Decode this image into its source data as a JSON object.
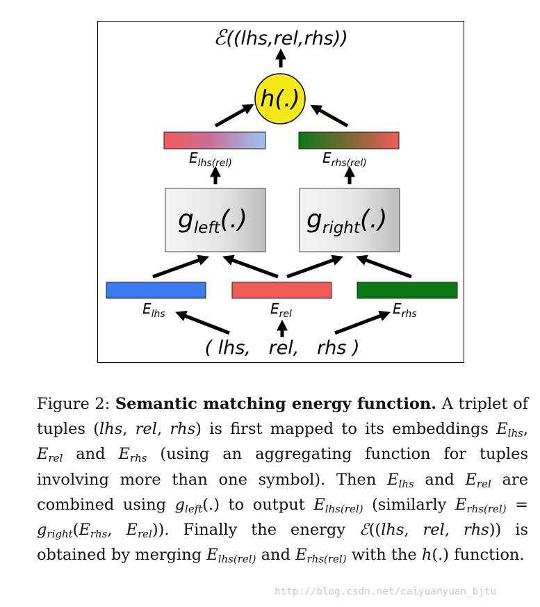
{
  "diagram": {
    "top_output": {
      "symbol": "ℰ",
      "text": "((lhs,rel,rhs))"
    },
    "merge_node": {
      "label": "h(.)"
    },
    "embeddings": {
      "lhs_rel": {
        "base": "E",
        "sub": "lhs(rel)"
      },
      "rhs_rel": {
        "base": "E",
        "sub": "rhs(rel)"
      },
      "lhs": {
        "base": "E",
        "sub": "lhs"
      },
      "rel": {
        "base": "E",
        "sub": "rel"
      },
      "rhs": {
        "base": "E",
        "sub": "rhs"
      }
    },
    "functions": {
      "left": {
        "base": "g",
        "sub": "left",
        "tail": "(.)"
      },
      "right": {
        "base": "g",
        "sub": "right",
        "tail": "(.)"
      }
    },
    "input_tuple": {
      "open": "(",
      "lhs": "lhs,",
      "rel": "rel,",
      "rhs": "rhs",
      "close": ")"
    },
    "colors": {
      "blue": "#3a7bf0",
      "red": "#f25a5a",
      "green": "#0a7a14",
      "light_blue": "#9cc2f5",
      "node_yellow": "#f5e91a"
    }
  },
  "caption": {
    "label": "Figure 2:",
    "title": "Semantic matching energy function.",
    "t1": "A triplet of tuples (",
    "lhs": "lhs",
    "comma": ", ",
    "rel": "rel",
    "rhs": "rhs",
    "t2": ") is first mapped to its embeddings ",
    "E": "E",
    "sub_lhs": "lhs",
    "sub_rel": "rel",
    "sub_rhs": "rhs",
    "t_and": " and ",
    "t3": " (using an aggregating function for tuples involving more than one symbol). Then ",
    "t4": " are combined using ",
    "g": "g",
    "sub_left": "left",
    "sub_right": "right",
    "t5": "(.) to output ",
    "sub_lhsrel": "lhs(rel)",
    "sub_rhsrel": "rhs(rel)",
    "t6": " (similarly ",
    "t7": " = ",
    "t8": "(",
    "t9": ")). Finally the energy ",
    "energy": "ℰ",
    "t10": "((",
    "t11": ")) is obtained by merging ",
    "t12": " with the ",
    "h": "h",
    "t13": "(.) function."
  },
  "watermark": "http://blog.csdn.net/caiyuanyuan_bjtu"
}
